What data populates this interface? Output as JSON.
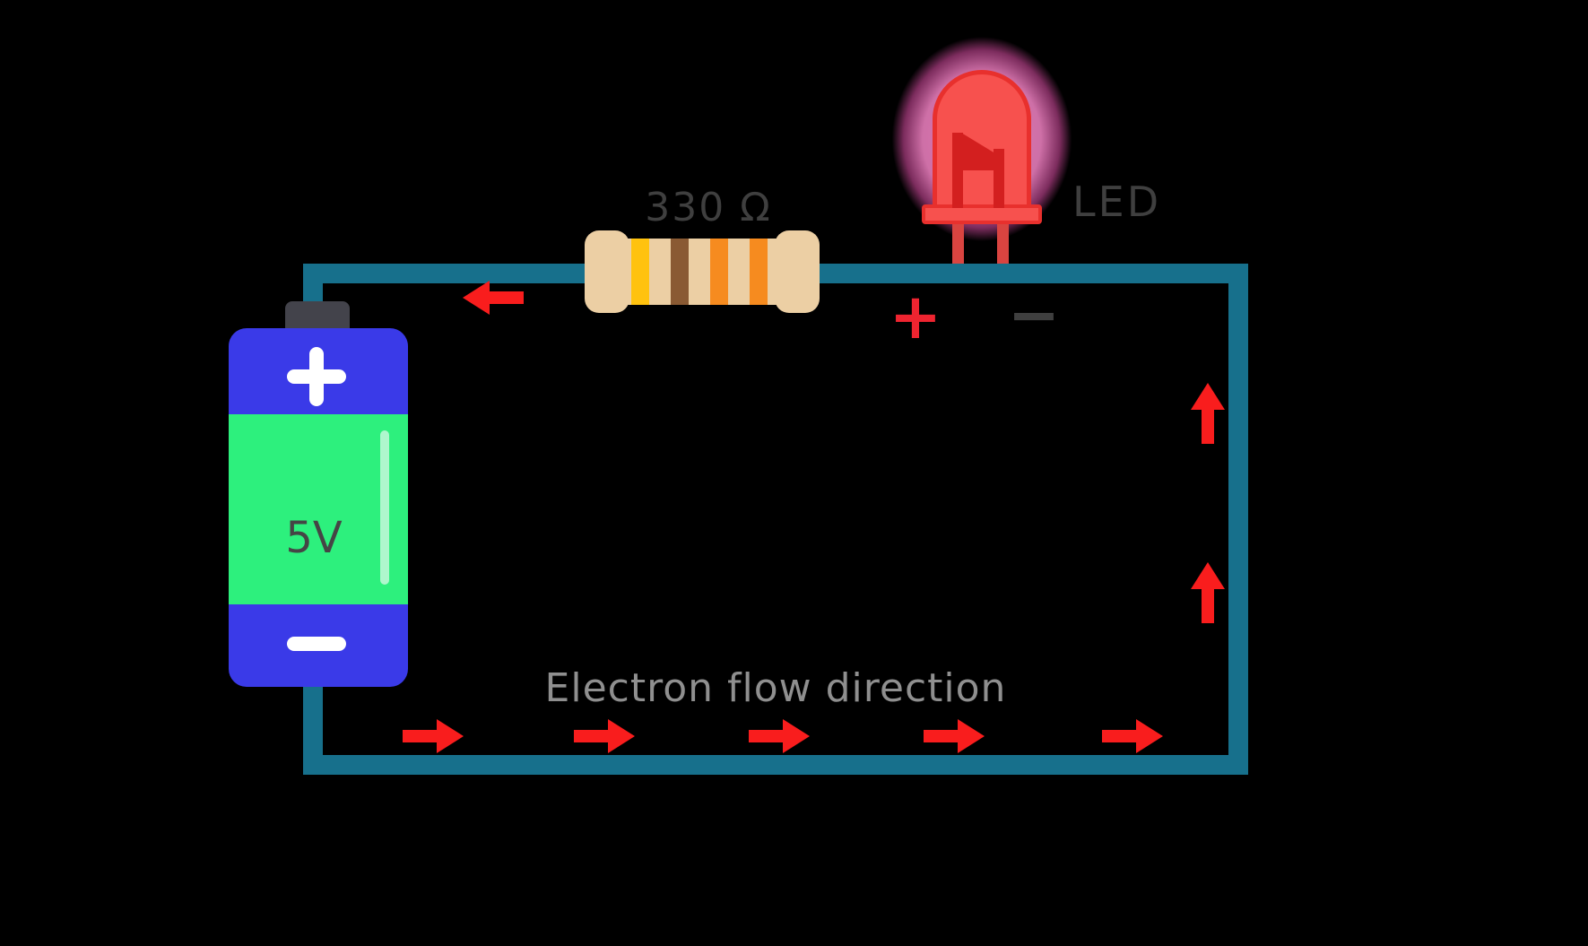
{
  "diagram": {
    "type": "led-circuit",
    "flow_label": "Electron flow direction"
  },
  "battery": {
    "voltage_label": "5V",
    "positive_symbol": "+",
    "negative_symbol": "−"
  },
  "resistor": {
    "label": "330 Ω",
    "bands": [
      "gold",
      "brown",
      "orange",
      "orange"
    ]
  },
  "led": {
    "label": "LED",
    "anode_label": "+",
    "cathode_label": "−"
  },
  "colors": {
    "wire": "#17708c",
    "arrow": "#f91d1d",
    "battery_blue": "#3a3ae8",
    "battery_green": "#2df07d",
    "battery_terminal": "#43434b",
    "resistor_body": "#eccfa4",
    "band_gold": "#ffc20e",
    "band_brown": "#8a5a33",
    "band_orange": "#f68b1f",
    "led_fill": "#f7514e",
    "led_stroke": "#e8302d",
    "led_internal": "#d31f1f",
    "led_glow": "#f283c2",
    "text_dark": "#3f3f3f",
    "text_gray": "#8f8f8f",
    "plus_red": "#ef2430"
  }
}
